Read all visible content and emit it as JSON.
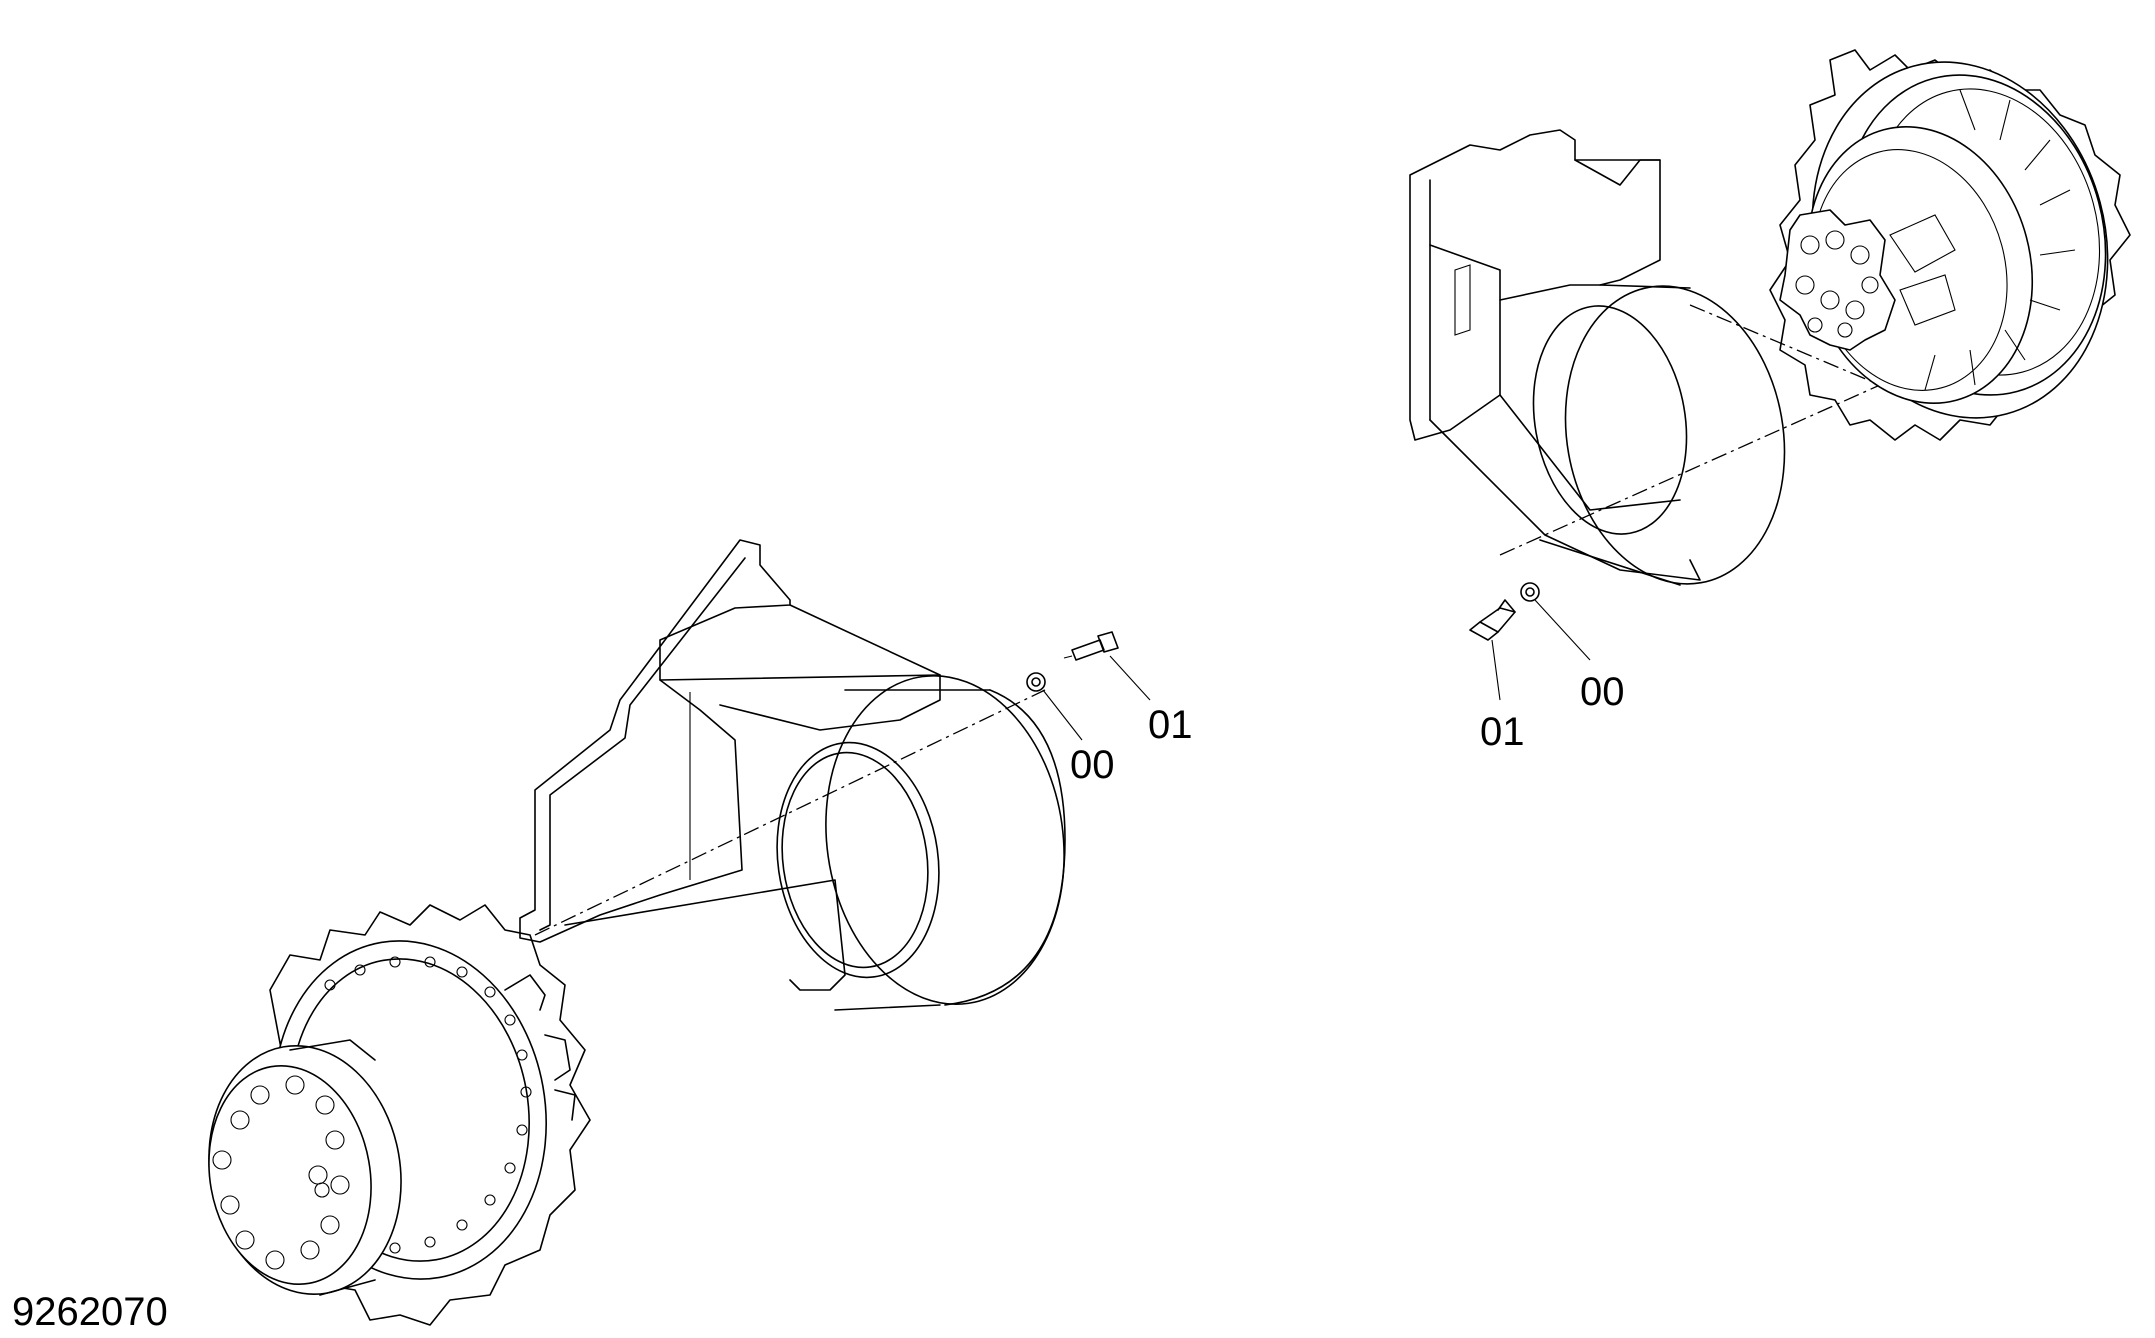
{
  "figure_number": "9262070",
  "callouts": {
    "left_washer": "00",
    "left_bolt": "01",
    "right_washer": "00",
    "right_bolt": "01"
  },
  "parts": {
    "washer_code": "00",
    "bolt_code": "01"
  }
}
